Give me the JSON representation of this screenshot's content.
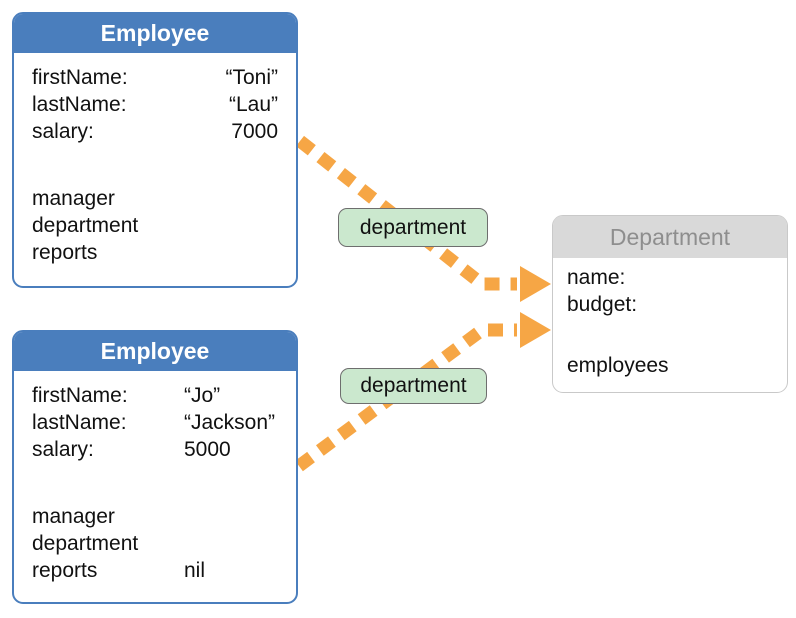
{
  "diagram": {
    "colors": {
      "employee_header": "#4a7ebd",
      "employee_border": "#4a7ebd",
      "department_header_bg": "#d9d9d9",
      "department_title_text": "#8e8e8e",
      "arrow_orange": "#f6a645",
      "edge_label_bg": "#cbe8ce",
      "edge_label_border": "#6e6e6e"
    },
    "employee1": {
      "title": "Employee",
      "fields": [
        {
          "label": "firstName:",
          "value": "“Toni”"
        },
        {
          "label": "lastName:",
          "value": "“Lau”"
        },
        {
          "label": "salary:",
          "value": "7000"
        }
      ],
      "refs": [
        {
          "label": "manager",
          "value": ""
        },
        {
          "label": "department",
          "value": ""
        },
        {
          "label": "reports",
          "value": ""
        }
      ]
    },
    "employee2": {
      "title": "Employee",
      "fields": [
        {
          "label": "firstName:",
          "value": "“Jo”"
        },
        {
          "label": "lastName:",
          "value": "“Jackson”"
        },
        {
          "label": "salary:",
          "value": "5000"
        }
      ],
      "refs": [
        {
          "label": "manager",
          "value": ""
        },
        {
          "label": "department",
          "value": ""
        },
        {
          "label": "reports",
          "value": "nil"
        }
      ]
    },
    "department": {
      "title": "Department",
      "fields": [
        {
          "label": "name:",
          "value": ""
        },
        {
          "label": "budget:",
          "value": ""
        }
      ],
      "refs": [
        {
          "label": "employees",
          "value": ""
        }
      ]
    },
    "edge_labels": [
      {
        "text": "department"
      },
      {
        "text": "department"
      }
    ]
  }
}
